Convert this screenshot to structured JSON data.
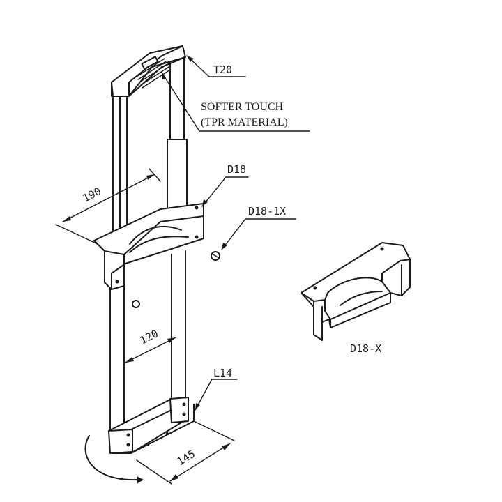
{
  "labels": {
    "t20": "T20",
    "softer_touch_line1": "SOFTER TOUCH",
    "softer_touch_line2": "(TPR MATERIAL)",
    "d18": "D18",
    "d18_1x": "D18-1X",
    "d18_x": "D18-X",
    "l14": "L14"
  },
  "dimensions": {
    "width_top": "190",
    "width_mid": "120",
    "width_base": "145"
  },
  "colors": {
    "line": "#1a1a1a",
    "background": "#ffffff"
  }
}
